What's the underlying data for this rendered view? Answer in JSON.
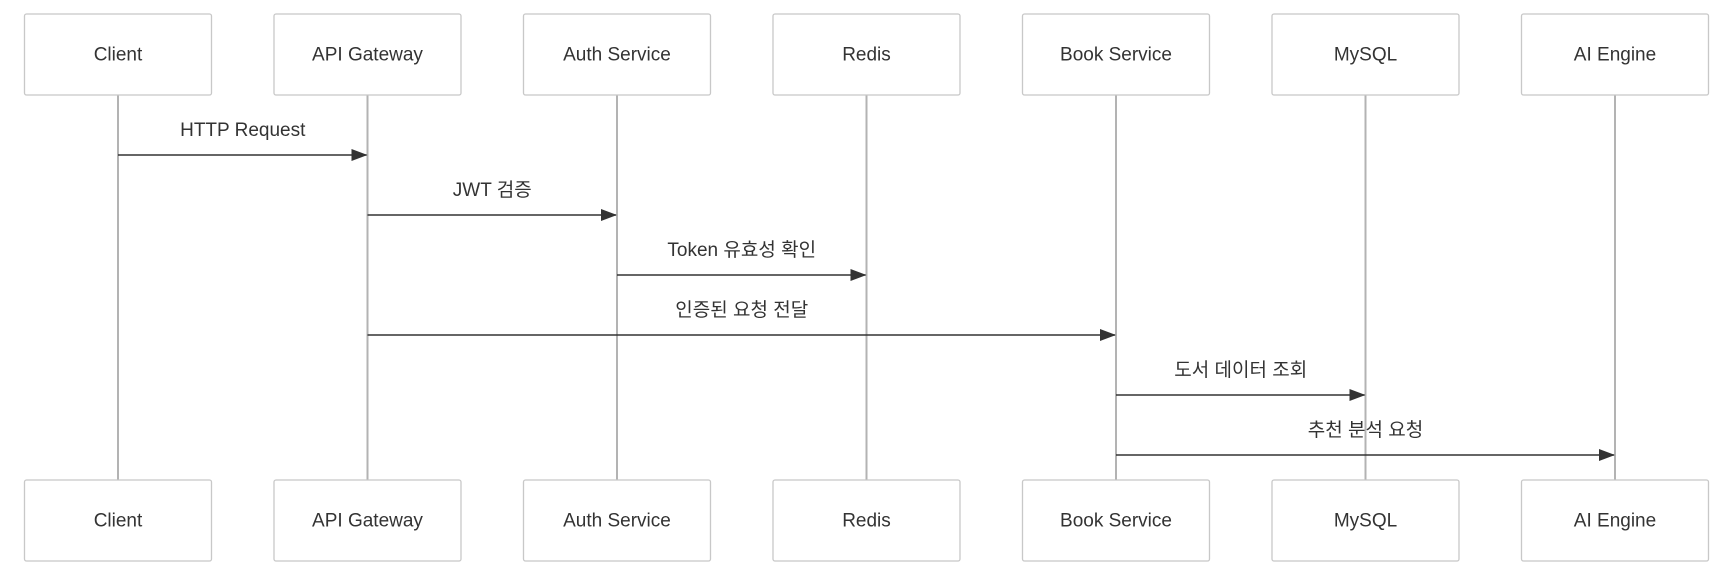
{
  "diagram": {
    "type": "sequence",
    "participants": [
      {
        "id": "client",
        "label": "Client"
      },
      {
        "id": "gateway",
        "label": "API Gateway"
      },
      {
        "id": "auth",
        "label": "Auth Service"
      },
      {
        "id": "redis",
        "label": "Redis"
      },
      {
        "id": "book",
        "label": "Book Service"
      },
      {
        "id": "mysql",
        "label": "MySQL"
      },
      {
        "id": "ai",
        "label": "AI Engine"
      }
    ],
    "messages": [
      {
        "from": "client",
        "to": "gateway",
        "label": "HTTP Request"
      },
      {
        "from": "gateway",
        "to": "auth",
        "label": "JWT 검증"
      },
      {
        "from": "auth",
        "to": "redis",
        "label": "Token 유효성 확인"
      },
      {
        "from": "gateway",
        "to": "book",
        "label": "인증된 요청 전달"
      },
      {
        "from": "book",
        "to": "mysql",
        "label": "도서 데이터 조회"
      },
      {
        "from": "book",
        "to": "ai",
        "label": "추천 분석 요청"
      }
    ]
  }
}
